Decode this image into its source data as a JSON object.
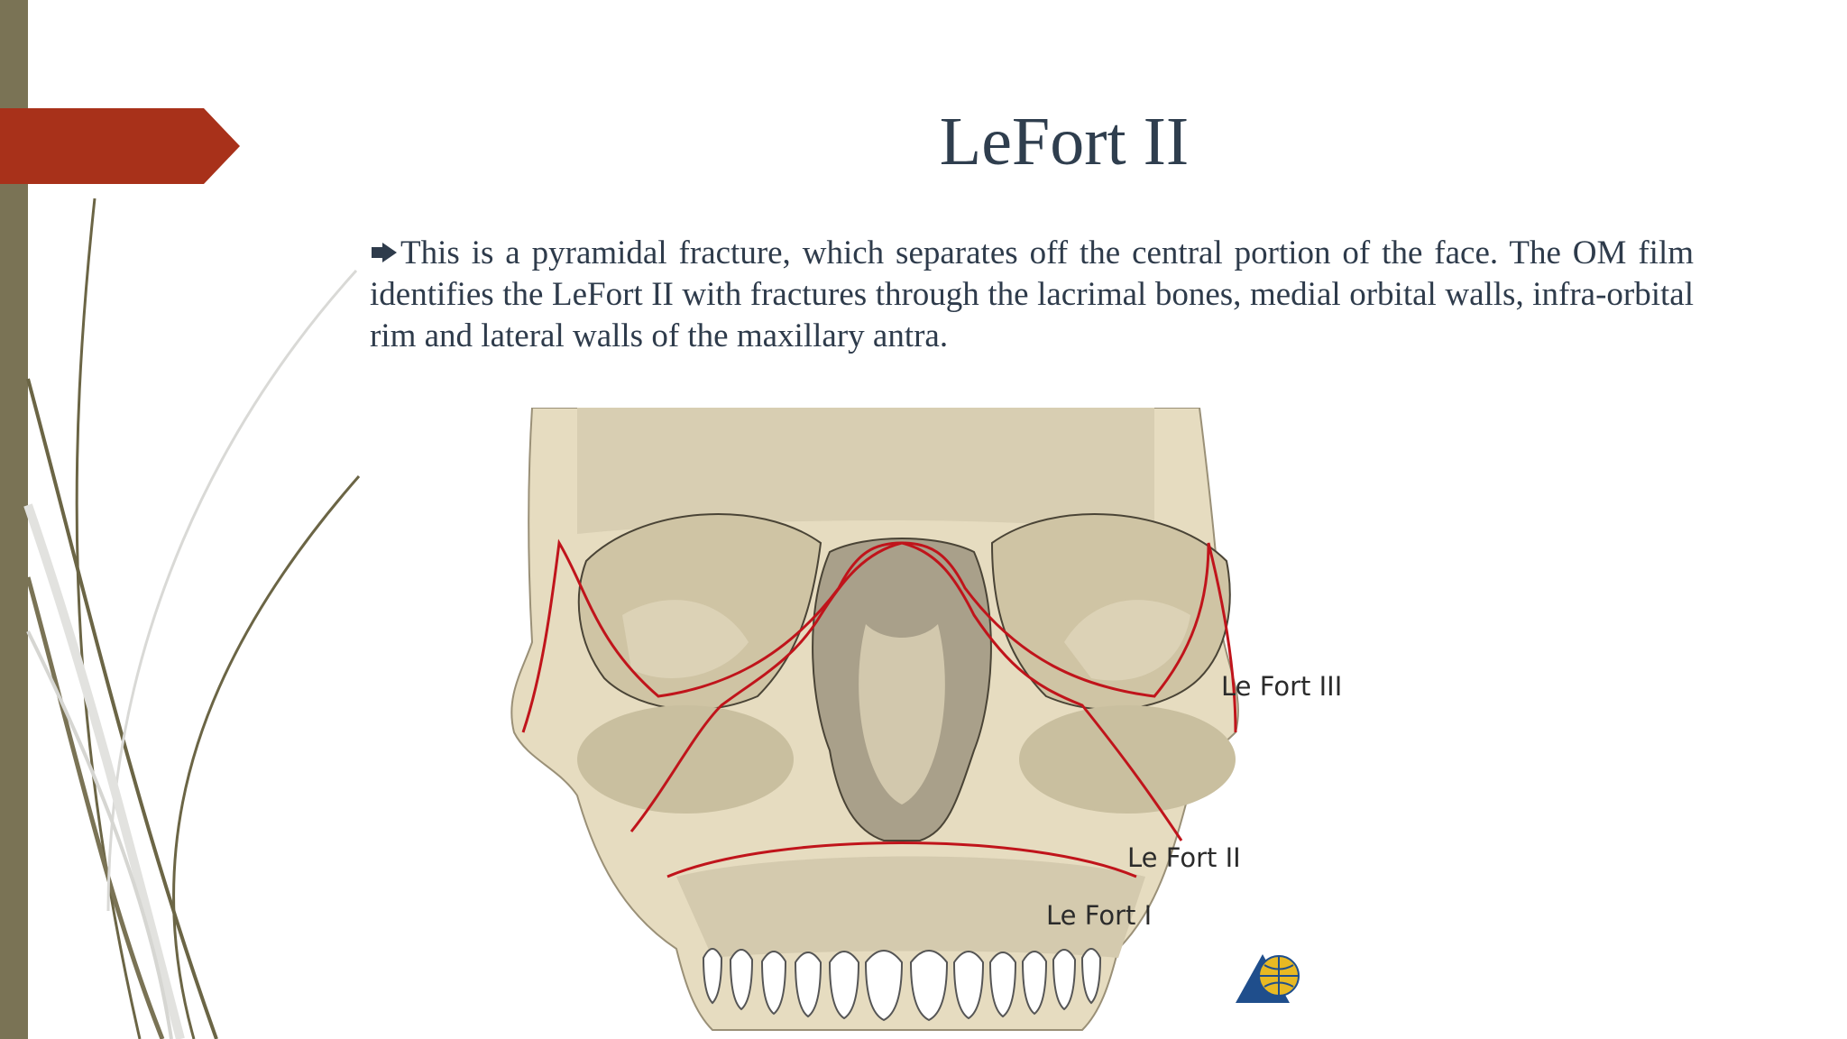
{
  "slide": {
    "title": "LeFort II",
    "bullet_text": "This is a pyramidal fracture, which separates off the central portion of the face. The OM film identifies the LeFort II with fractures through the lacrimal bones, medial orbital walls, infra-orbital rim and lateral walls of the maxillary antra.",
    "bullet_icon": "right-arrow-icon"
  },
  "figure": {
    "labels": {
      "le_fort_3": "Le Fort III",
      "le_fort_2": "Le Fort II",
      "le_fort_1": "Le Fort I"
    },
    "fracture_line_color": "#c0141b",
    "bone_color": "#e6dcc0"
  },
  "theme": {
    "accent": "#a8311a",
    "sidebar": "#7a7355",
    "title_color": "#2f3e4e"
  }
}
